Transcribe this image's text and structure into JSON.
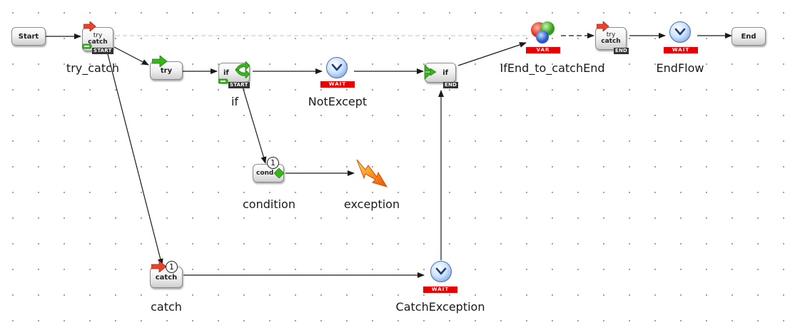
{
  "nodes": {
    "start": {
      "label": "Start"
    },
    "end": {
      "label": "End"
    },
    "try_catch": {
      "icon_text_top": "try",
      "icon_text_bottom": "catch",
      "tag": "START",
      "caption": "try_catch"
    },
    "try": {
      "icon_text": "try"
    },
    "if": {
      "icon_text": "if",
      "tag": "START",
      "caption": "if"
    },
    "not_except": {
      "wait": "WAIT",
      "caption": "NotExcept"
    },
    "if_end": {
      "icon_text": "if",
      "tag": "END"
    },
    "ifend_to_catchend": {
      "var": "VAR",
      "caption": "IfEnd_to_catchEnd"
    },
    "try_catch_end": {
      "icon_text_top": "try",
      "icon_text_bottom": "catch",
      "tag": "END"
    },
    "end_flow": {
      "wait": "WAIT",
      "caption": "EndFlow"
    },
    "condition": {
      "icon_text": "cond",
      "badge": "1",
      "caption": "condition"
    },
    "exception": {
      "caption": "exception"
    },
    "catch": {
      "icon_text": "catch",
      "badge": "1",
      "caption": "catch"
    },
    "catch_exception": {
      "wait": "WAIT",
      "caption": "CatchException"
    }
  },
  "colors": {
    "wait_bar": "#e60000",
    "arrow_green": "#39b51c",
    "arrow_red": "#e8432b",
    "edge": "#1a1a1a",
    "dashed_edge": "#b8c4d8"
  }
}
